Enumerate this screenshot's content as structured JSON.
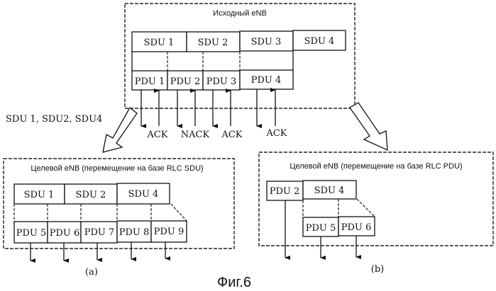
{
  "source": {
    "title": "Исходный eNB",
    "sdus": [
      "SDU 1",
      "SDU 2",
      "SDU 3",
      "SDU 4"
    ],
    "pdus": [
      "PDU 1",
      "PDU 2",
      "PDU 3",
      "PDU 4"
    ],
    "acks": [
      "ACK",
      "NACK",
      "ACK",
      "ACK"
    ]
  },
  "forwarded_label": "SDU 1, SDU2, SDU4",
  "target_a": {
    "title": "Целевой eNB (перемещение на базе RLC SDU)",
    "sdus": [
      "SDU 1",
      "SDU 2",
      "SDU 4"
    ],
    "pdus": [
      "PDU 5",
      "PDU 6",
      "PDU 7",
      "PDU 8",
      "PDU 9"
    ],
    "caption": "(a)"
  },
  "target_b": {
    "title": "Целевой eNB (перемещение на базе RLC PDU)",
    "pdu_forwarded": "PDU 2",
    "sdu": "SDU 4",
    "pdus": [
      "PDU 5",
      "PDU 6"
    ],
    "caption": "(b)"
  },
  "figure_label": "Фиг.6"
}
